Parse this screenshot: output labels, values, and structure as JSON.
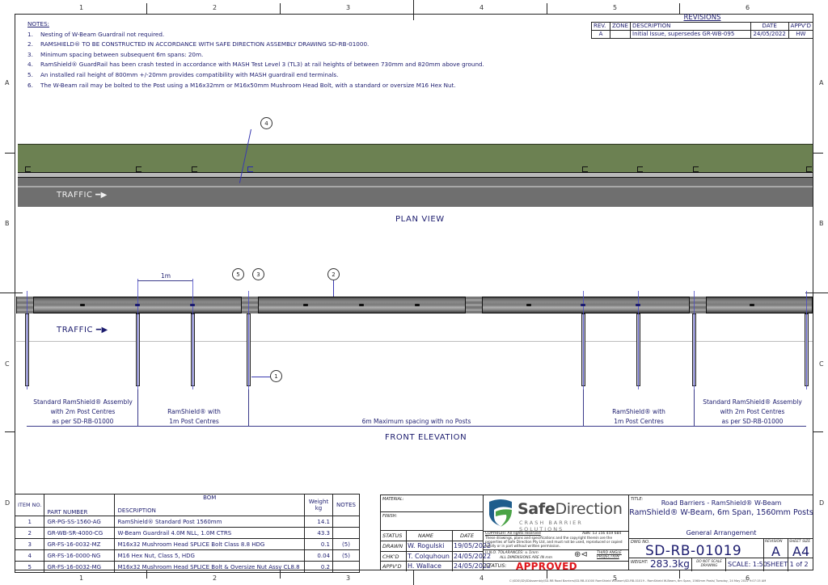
{
  "border": {
    "zones_top": [
      "1",
      "2",
      "3",
      "4",
      "5",
      "6"
    ],
    "zones_bottom": [
      "1",
      "2",
      "3",
      "4",
      "5",
      "6"
    ],
    "zones_side": [
      "A",
      "B",
      "C",
      "D"
    ]
  },
  "notes": {
    "title": "NOTES:",
    "items": [
      {
        "n": "1.",
        "text": "Nesting of W-Beam Guardrail not required."
      },
      {
        "n": "2.",
        "text": "RAMSHIELD® TO BE CONSTRUCTED IN ACCORDANCE WITH SAFE DIRECTION ASSEMBLY DRAWING SD-RB-01000."
      },
      {
        "n": "3.",
        "text": "Minimum spacing between subsequent 6m spans: 20m."
      },
      {
        "n": "4.",
        "text": "RamShield® GuardRail has been crash tested in accordance with MASH Test Level 3 (TL3) at rail heights of between 730mm and 820mm above ground."
      },
      {
        "n": "5.",
        "text": "An installed rail height of 800mm +/-20mm provides compatibility with MASH guardrail end terminals."
      },
      {
        "n": "6.",
        "text": "The W-Beam rail may be bolted to the Post using a M16x32mm or M16x50mm Mushroom Head Bolt, with a standard or oversize M16 Hex Nut."
      }
    ]
  },
  "revisions": {
    "title": "REVISIONS",
    "headers": [
      "REV.",
      "ZONE",
      "DESCRIPTION",
      "DATE",
      "APPV'D"
    ],
    "rows": [
      {
        "rev": "A",
        "zone": "",
        "description": "Initial Issue, supersedes GR-WB-095",
        "date": "24/05/2022",
        "appvd": "HW"
      }
    ]
  },
  "plan_view": {
    "label": "PLAN VIEW",
    "traffic": "TRAFFIC",
    "balloon": "4",
    "colors": {
      "grass": "#6c8152",
      "road": "#6f6f6f",
      "rail": "#b9b9b9"
    }
  },
  "front_elevation": {
    "label": "FRONT ELEVATION",
    "traffic": "TRAFFIC",
    "dim_1m": "1m",
    "balloons": [
      "5",
      "3",
      "2",
      "1"
    ],
    "post_x": [
      33,
      170,
      238,
      307,
      721,
      789,
      858,
      997
    ],
    "dims": [
      {
        "lines": [
          "Standard RamShield® Assembly",
          "with 2m Post Centres",
          "as per SD-RB-01000"
        ]
      },
      {
        "lines": [
          "RamShield® with",
          "1m Post Centres"
        ]
      },
      {
        "lines": [
          "6m Maximum spacing with no Posts"
        ]
      },
      {
        "lines": [
          "RamShield® with",
          "1m Post Centres"
        ]
      },
      {
        "lines": [
          "Standard RamShield® Assembly",
          "with 2m Post Centres",
          "as per SD-RB-01000"
        ]
      }
    ]
  },
  "bom": {
    "title": "BOM",
    "headers": {
      "item": "ITEM NO.",
      "part": "PART NUMBER",
      "desc": "DESCRIPTION",
      "weight": "Weight kg",
      "notes": "NOTES"
    },
    "rows": [
      {
        "item": "1",
        "part": "GR-PG-SS-1560-AG",
        "desc": "RamShield® Standard Post 1560mm",
        "weight": "14.1",
        "notes": ""
      },
      {
        "item": "2",
        "part": "GR-WB-SR-4000-CG",
        "desc": "W-Beam Guardrail 4.0M NLL, 1.0M CTRS",
        "weight": "43.3",
        "notes": ""
      },
      {
        "item": "3",
        "part": "GR-FS-16-0032-MZ",
        "desc": "M16x32 Mushroom Head SPLICE Bolt Class 8.8 HDG",
        "weight": "0.1",
        "notes": "(5)"
      },
      {
        "item": "4",
        "part": "GR-FS-16-0000-NG",
        "desc": "M16 Hex Nut, Class 5, HDG",
        "weight": "0.04",
        "notes": "(5)"
      },
      {
        "item": "5",
        "part": "GR-FS-16-0032-MG",
        "desc": "M16x32 Mushroom Head SPLICE Bolt & Oversize Nut Assy CL8.8",
        "weight": "0.2",
        "notes": ""
      }
    ]
  },
  "title_block": {
    "material_label": "MATERIAL:",
    "finish_label": "FINISH:",
    "status_headers": {
      "status": "STATUS",
      "name": "NAME",
      "date": "DATE"
    },
    "signoffs": [
      {
        "role": "DRAWN",
        "name": "W. Rogulski",
        "date": "19/05/2022"
      },
      {
        "role": "CHK'D",
        "name": "T. Colquhoun",
        "date": "24/05/2022"
      },
      {
        "role": "APPV'D",
        "name": "H. Wallace",
        "date": "24/05/2022"
      }
    ],
    "logo": {
      "brand_a": "Safe",
      "brand_b": "Direction",
      "tagline": "CRASH BARRIER SOLUTIONS",
      "colors": {
        "blue": "#1f5d8c",
        "green": "#4aa346",
        "text": "#4a4a4a"
      }
    },
    "copyright_title": "COPYRIGHT  All rights reserved",
    "abn": "ABN: 53 156 459 684",
    "copyright_text": "These drawings, plans and specifications and the copyright therein are the properties of Safe Direction Pty Ltd, and must not be used, reproduced or copied wholly or in part without written permission.",
    "tolerances": "U.N.O.  TOLARANCES: ± 1mm",
    "dims_in": "ALL DIMENSIONS ARE IN mm",
    "projection": "THIRD ANGLE PROJECTION",
    "status_label": "STATUS:",
    "status_value": "APPROVED",
    "title_label": "TITLE:",
    "title_line1": "Road Barriers - RamShield® W-Beam",
    "title_line2": "RamShield® W-Beam, 6m Span, 1560mm Posts",
    "title_line3": "General Arrangement",
    "dwg_label": "DWG NO.",
    "dwg_no": "SD-RB-01019",
    "revision_label": "REVISION",
    "revision": "A",
    "size_label": "SHEET SIZE",
    "size": "A4",
    "weight_label": "WEIGHT:",
    "weight": "283.3kg",
    "dns": "DO NOT SCALE DRAWING",
    "scale": "SCALE: 1:50",
    "sheet": "SHEET  1 of 2",
    "footer_path": "C:\\SDS\\SD\\SDAssembly\\SD-RB Road Barriers\\SD-RB-01000 RamShield W-Beam\\SD-RB-01019 - RamShield W-Beam, 6m Span, 1560mm Posts\\   Tuesday, 24 May 2022 9:07:15 AM"
  }
}
